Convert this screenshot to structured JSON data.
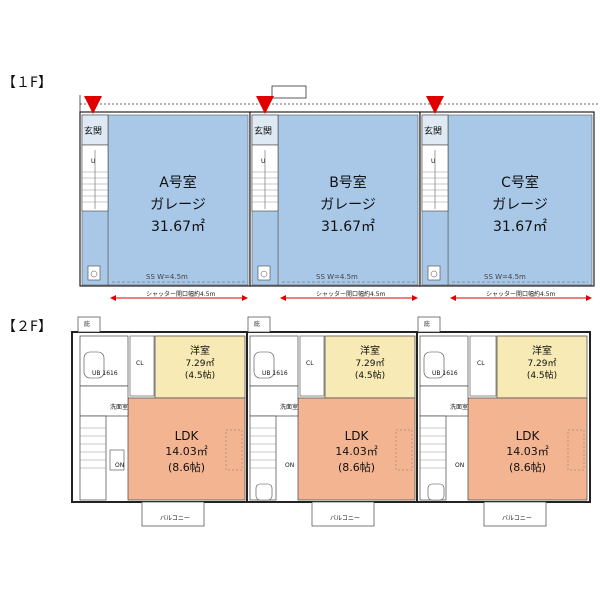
{
  "floors": {
    "f1_label": "【１F】",
    "f2_label": "【２F】"
  },
  "first_floor": {
    "units": [
      {
        "id": "A",
        "name": "A号室",
        "use": "ガレージ",
        "area": "31.67㎡",
        "genkan": "玄関",
        "ss": "SS W=4.5m",
        "shutter": "シャッター開口幅約4.5m",
        "stair": "U"
      },
      {
        "id": "B",
        "name": "B号室",
        "use": "ガレージ",
        "area": "31.67㎡",
        "genkan": "玄関",
        "ss": "SS W=4.5m",
        "shutter": "シャッター開口幅約4.5m",
        "stair": "U"
      },
      {
        "id": "C",
        "name": "C号室",
        "use": "ガレージ",
        "area": "31.67㎡",
        "genkan": "玄関",
        "ss": "SS W=4.5m",
        "shutter": "シャッター開口幅約4.5m",
        "stair": "U"
      }
    ]
  },
  "second_floor": {
    "units": [
      {
        "youshitsu": "洋室",
        "youshitsu_area": "7.29㎡",
        "youshitsu_jo": "(4.5帖)",
        "ldk": "LDK",
        "ldk_area": "14.03㎡",
        "ldk_jo": "(8.6帖)",
        "ub": "UB 1616",
        "wash": "洗面室",
        "balcony_top": "庇",
        "balcony": "バルコニー",
        "cl": "CL",
        "on": "ON"
      },
      {
        "youshitsu": "洋室",
        "youshitsu_area": "7.29㎡",
        "youshitsu_jo": "(4.5帖)",
        "ldk": "LDK",
        "ldk_area": "14.03㎡",
        "ldk_jo": "(8.6帖)",
        "ub": "UB 1616",
        "wash": "洗面室",
        "balcony_top": "庇",
        "balcony": "バルコニー",
        "cl": "CL",
        "on": "ON"
      },
      {
        "youshitsu": "洋室",
        "youshitsu_area": "7.29㎡",
        "youshitsu_jo": "(4.5帖)",
        "ldk": "LDK",
        "ldk_area": "14.03㎡",
        "ldk_jo": "(8.6帖)",
        "ub": "UB 1616",
        "wash": "洗面室",
        "balcony_top": "庇",
        "balcony": "バルコニー",
        "cl": "CL",
        "on": "ON"
      }
    ]
  },
  "colors": {
    "garage": "#a9c8e8",
    "youshitsu": "#f7eab4",
    "ldk": "#f3b591",
    "arrow": "#e00000"
  }
}
